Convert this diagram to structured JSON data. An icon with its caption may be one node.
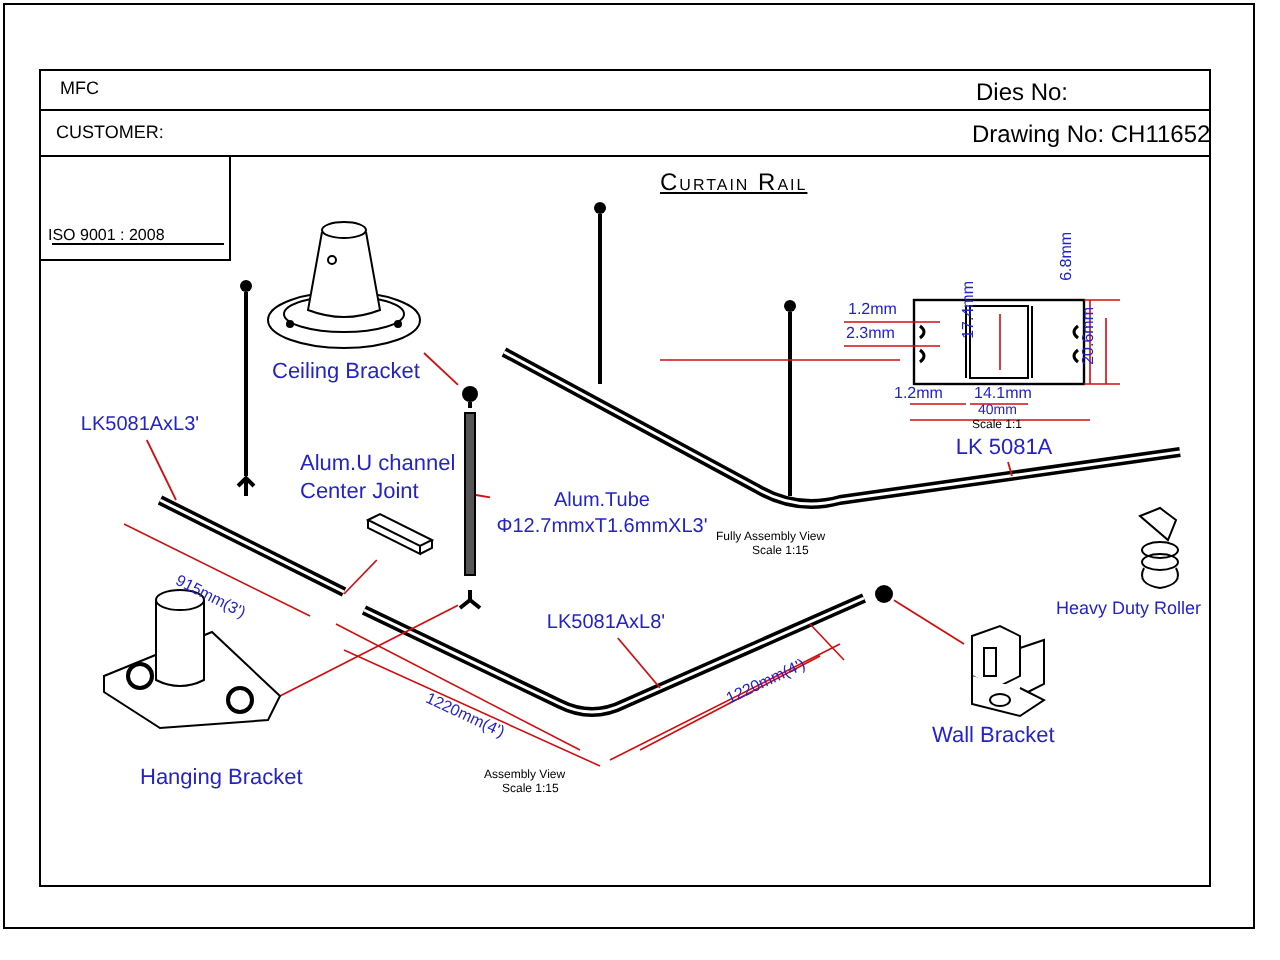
{
  "diagram": {
    "title": "Curtain Rail",
    "nodes": [
      {
        "text": [],
        "shape": "picture",
        "beside": [
          "Ceiling Bracket"
        ]
      },
      {
        "text": [],
        "shape": "picture"
      },
      {
        "text": [
          "LK5081AxL3'"
        ]
      },
      {
        "text": [],
        "shape": "picture"
      },
      {
        "text": [],
        "shape": "picture"
      },
      {
        "text": [
          "Alum.Tube Φ12.7mmxT1.6mmXL3'"
        ]
      },
      {
        "text": [],
        "shape": "bar"
      },
      {
        "text": [
          "LK5081AxL8'"
        ]
      },
      {
        "text": [],
        "shape": "picture",
        "beside": [
          "Hanging Bracket"
        ]
      },
      {
        "text": [],
        "shape": "picture"
      },
      {
        "text": [],
        "shape": "picture",
        "beside": [
          "Wall Bracket"
        ]
      },
      {
        "text": [],
        "shape": "circle"
      },
      {
        "text": [
          "LK 5081A"
        ]
      }
    ],
    "edges": [
      {
        "from": 0,
        "to": 1,
        "arrow": "none"
      },
      {
        "from": 2,
        "to": 3,
        "arrow": "none"
      },
      {
        "from": 4,
        "to": 3,
        "arrow": "none"
      },
      {
        "from": 5,
        "to": 6,
        "arrow": "none"
      },
      {
        "from": 7,
        "to": null,
        "arrow": "none"
      },
      {
        "from": 8,
        "to": 9,
        "arrow": "none"
      },
      {
        "from": 10,
        "to": 11,
        "arrow": "none"
      },
      {
        "from": 12,
        "to": null,
        "arrow": "none"
      }
    ],
    "labels": [
      "MFC",
      "Dies No:",
      "CUSTOMER:",
      "Drawing No: CH11652",
      "ISO 9001 : 2008",
      "Alum.U channel Center Joint",
      "1.2mm",
      "2.3mm",
      "6.8mm",
      "17.4mm",
      "20.6mm",
      "1.2mm",
      "14.1mm",
      "40mm",
      "Scale 1:1",
      "Heavy Duty Roller",
      "Fully Assembly View",
      "Scale 1:15",
      "915mm(3')",
      "1220mm(4')",
      "1220mm(4')",
      "Assembly View",
      "Scale 1:15"
    ]
  }
}
